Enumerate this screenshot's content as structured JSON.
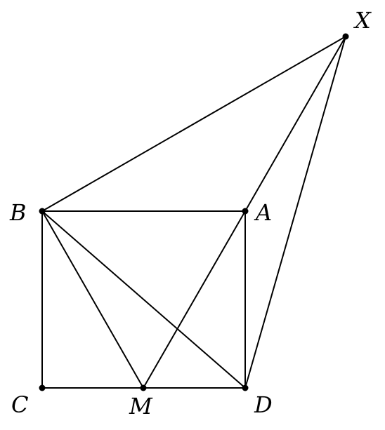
{
  "diagram": {
    "points": [
      {
        "id": "B",
        "label": "B"
      },
      {
        "id": "A",
        "label": "A"
      },
      {
        "id": "C",
        "label": "C"
      },
      {
        "id": "M",
        "label": "M"
      },
      {
        "id": "D",
        "label": "D"
      },
      {
        "id": "X",
        "label": "X"
      }
    ],
    "segments": [
      [
        "B",
        "A"
      ],
      [
        "B",
        "C"
      ],
      [
        "C",
        "M"
      ],
      [
        "M",
        "D"
      ],
      [
        "A",
        "D"
      ],
      [
        "B",
        "X"
      ],
      [
        "B",
        "M"
      ],
      [
        "B",
        "D"
      ],
      [
        "M",
        "A"
      ],
      [
        "A",
        "X"
      ],
      [
        "D",
        "X"
      ]
    ],
    "colors": {
      "stroke": "#000000",
      "background": "#ffffff"
    }
  }
}
